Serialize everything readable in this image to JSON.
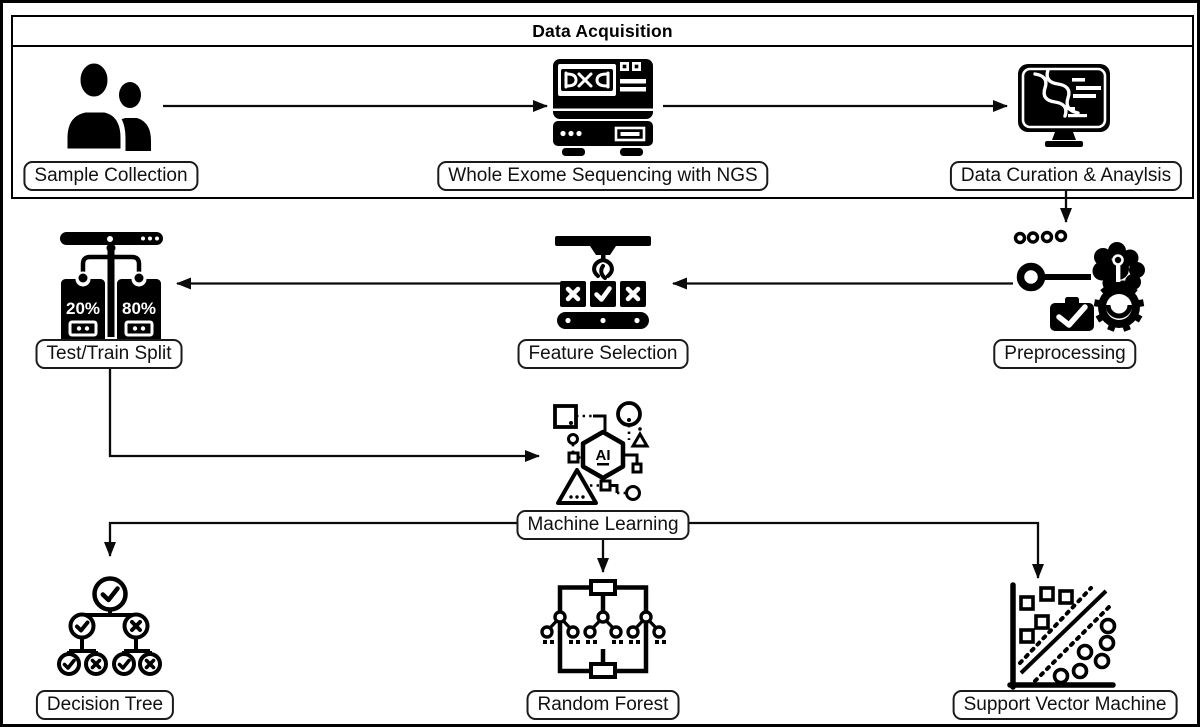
{
  "title": "Data Acquisition",
  "nodes": {
    "sample_collection": {
      "label": "Sample Collection",
      "icon": "people-icon"
    },
    "wes": {
      "label": "Whole Exome Sequencing with NGS",
      "icon": "dna-sequencer-icon"
    },
    "data_curation": {
      "label": "Data Curation & Anaylsis",
      "icon": "dna-monitor-icon"
    },
    "preprocessing": {
      "label": "Preprocessing",
      "icon": "gear-brain-icon"
    },
    "feature_selection": {
      "label": "Feature Selection",
      "icon": "claw-conveyor-icon"
    },
    "test_train_split": {
      "label": "Test/Train Split",
      "icon": "split-percent-icon",
      "test_pct": "20%",
      "train_pct": "80%"
    },
    "machine_learning": {
      "label": "Machine Learning",
      "icon": "ai-hexagon-icon",
      "ai_text": "AI"
    },
    "decision_tree": {
      "label": "Decision Tree",
      "icon": "decision-tree-icon"
    },
    "random_forest": {
      "label": "Random Forest",
      "icon": "random-forest-icon"
    },
    "svm": {
      "label": "Support Vector Machine",
      "icon": "svm-scatter-icon"
    }
  },
  "colors": {
    "ink": "#000000",
    "paper": "#ffffff"
  }
}
